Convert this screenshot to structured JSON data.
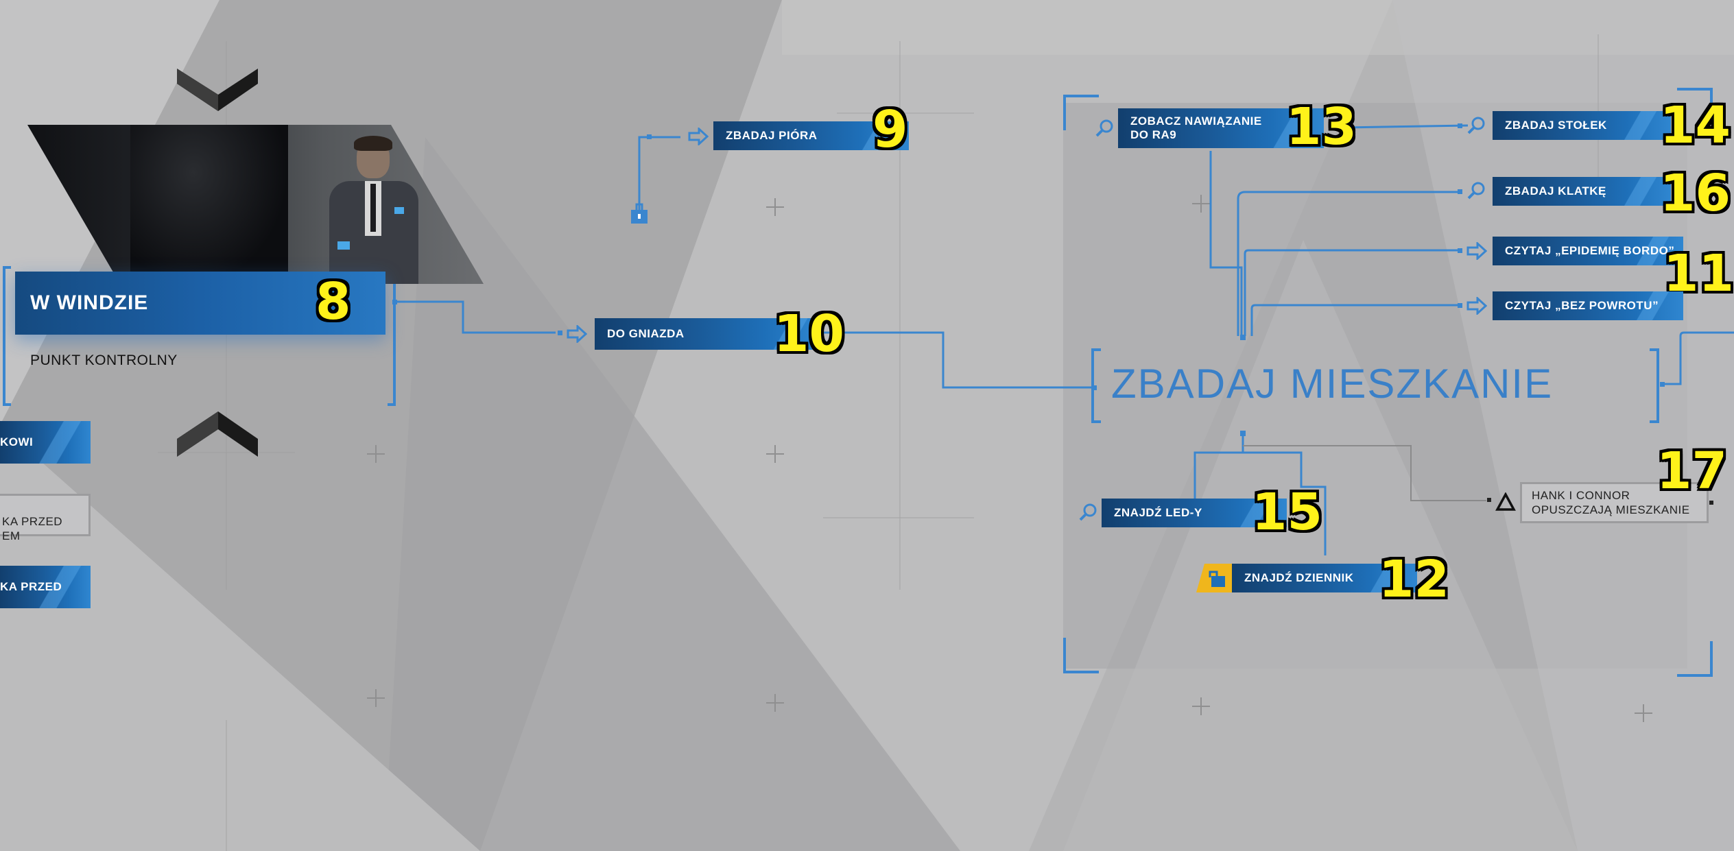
{
  "chapter": {
    "title": "W WINDZIE",
    "subtitle": "PUNKT KONTROLNY",
    "number": "8"
  },
  "left_partial_items": [
    {
      "label": "KOWI",
      "style": "blue"
    },
    {
      "label": "KA PRZED\nEM",
      "style": "gray"
    },
    {
      "label": "KA PRZED",
      "style": "blue"
    }
  ],
  "nodes": {
    "zbadaj_piora": {
      "label": "ZBADAJ PIÓRA",
      "number": "9",
      "icon": "arrow-icon"
    },
    "do_gniazda": {
      "label": "DO GNIAZDA",
      "number": "10",
      "icon": "arrow-icon"
    },
    "zobacz_nawiazanie": {
      "label": "ZOBACZ NAWIĄZANIE DO RA9",
      "number": "13",
      "icon": "search-icon"
    },
    "zbadaj_stolek": {
      "label": "ZBADAJ STOŁEK",
      "number": "14",
      "icon": "search-icon"
    },
    "zbadaj_klatke": {
      "label": "ZBADAJ KLATKĘ",
      "number": "16",
      "icon": "search-icon"
    },
    "czytaj_epidemie": {
      "label": "CZYTAJ „EPIDEMIĘ BORDO”",
      "number": "11",
      "icon": "arrow-icon"
    },
    "czytaj_bez_powrotu": {
      "label": "CZYTAJ „BEZ POWROTU”",
      "icon": "arrow-icon"
    },
    "znajdz_led": {
      "label": "ZNAJDŹ LED-Y",
      "number": "15",
      "icon": "search-icon"
    },
    "znajdz_dziennik": {
      "label": "ZNAJDŹ DZIENNIK",
      "number": "12",
      "icon": "unlock-icon"
    },
    "hank_connor": {
      "label": "HANK I CONNOR OPUSZCZAJĄ MIESZKANIE",
      "number": "17",
      "icon": "triangle-icon"
    }
  },
  "main_objective": "ZBADAJ MIESZKANIE",
  "colors": {
    "accent_blue": "#1e6fb8",
    "line_blue": "#3a86cf",
    "label_yellow": "#fff21a",
    "unlock_yellow": "#f0b61c"
  }
}
